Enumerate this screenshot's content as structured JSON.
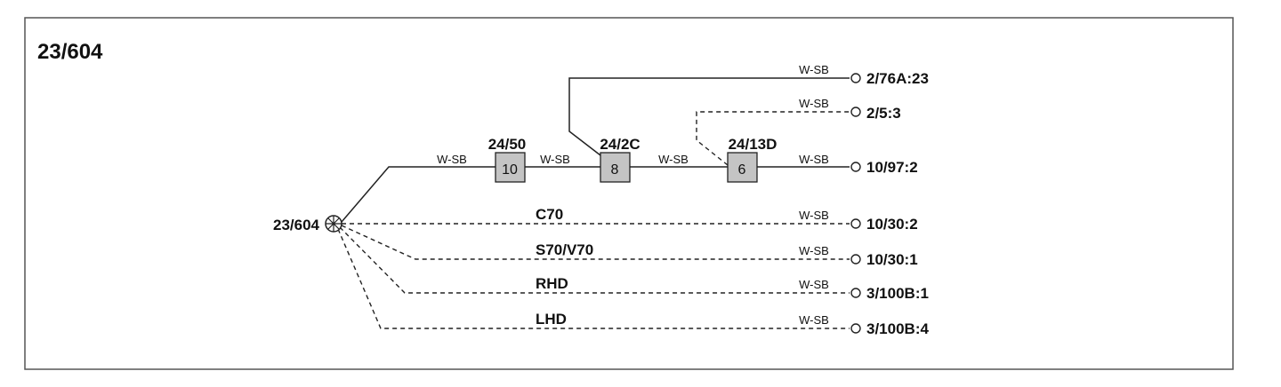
{
  "diagram": {
    "title": "23/604",
    "ground_label": "23/604",
    "connectors": [
      {
        "id": "24/50",
        "pin": "10"
      },
      {
        "id": "24/2C",
        "pin": "8"
      },
      {
        "id": "24/13D",
        "pin": "6"
      }
    ],
    "wire_colors": [
      "W-SB",
      "W-SB",
      "W-SB",
      "W-SB",
      "W-SB",
      "W-SB",
      "W-SB",
      "W-SB",
      "W-SB",
      "W-SB"
    ],
    "variants": [
      "C70",
      "S70/V70",
      "RHD",
      "LHD"
    ],
    "terminals": [
      "2/76A:23",
      "2/5:3",
      "10/97:2",
      "10/30:2",
      "10/30:1",
      "3/100B:1",
      "3/100B:4"
    ]
  }
}
